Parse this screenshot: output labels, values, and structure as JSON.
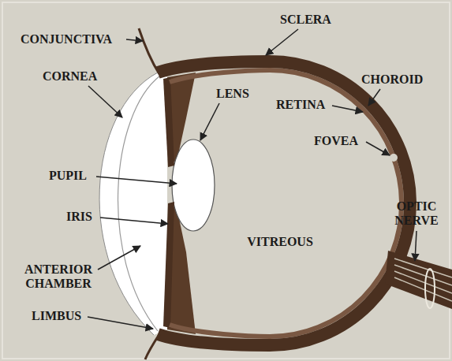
{
  "diagram": {
    "labels": [
      "SCLERA",
      "CONJUNCTIVA",
      "CHOROID",
      "RETINA",
      "CORNEA",
      "LENS",
      "FOVEA",
      "PUPIL",
      "OPTIC NERVE",
      "IRIS",
      "VITREOUS",
      "ANTERIOR CHAMBER",
      "LIMBUS"
    ]
  }
}
